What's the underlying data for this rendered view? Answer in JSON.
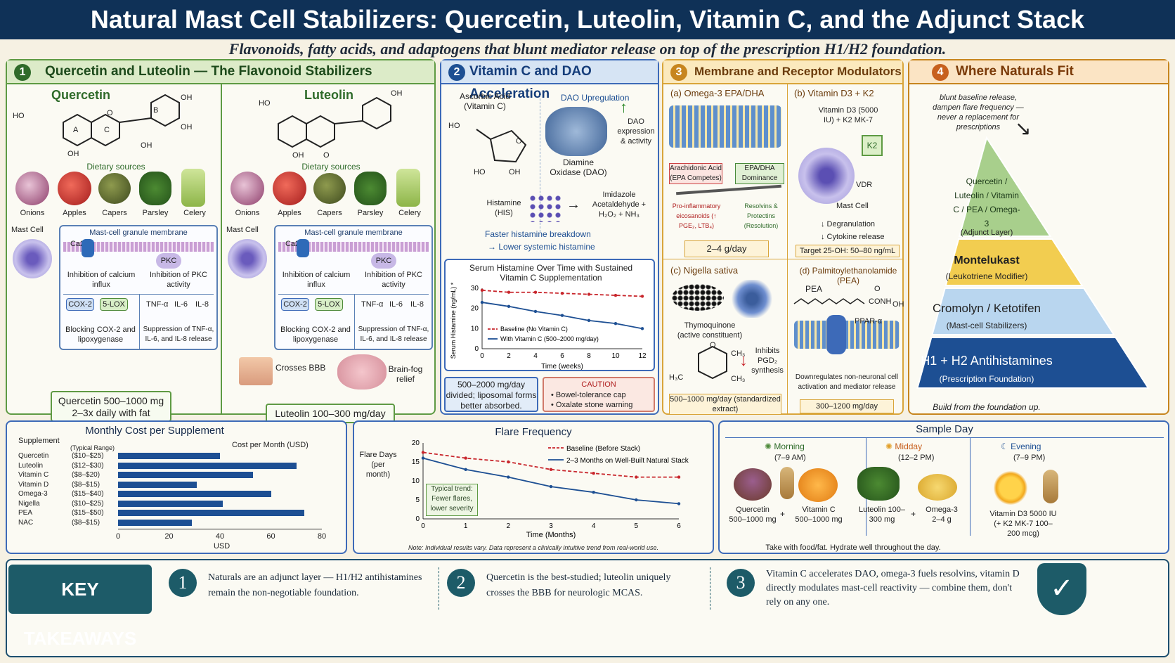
{
  "header": {
    "title": "Natural Mast Cell Stabilizers: Quercetin, Luteolin, Vitamin C, and the Adjunct Stack",
    "subtitle": "Flavonoids, fatty acids, and adaptogens that blunt mediator release on top of the prescription H1/H2 foundation."
  },
  "panel1": {
    "num": "1",
    "title": "Quercetin and Luteolin — The Flavonoid Stabilizers",
    "left": {
      "name": "Quercetin",
      "dietary": "Dietary sources",
      "foods": [
        "Onions",
        "Apples",
        "Capers",
        "Parsley",
        "Celery"
      ],
      "mast_cell": "Mast Cell",
      "membrane": "Mast-cell granule membrane",
      "ca": "Ca2+",
      "pkc": "PKC",
      "inhib_ca": "Inhibition of calcium influx",
      "inhib_pkc": "Inhibition of PKC activity",
      "cox": "COX-2",
      "lox": "5-LOX",
      "tnf": "TNF-α",
      "il6": "IL-6",
      "il8": "IL-8",
      "blocking": "Blocking COX-2 and lipoxygenase",
      "suppression": "Suppression of TNF-α, IL-6, and IL-8 release",
      "dose": "Quercetin 500–1000 mg 2–3x daily with fat",
      "mol": {
        "ho1": "HO",
        "oh1": "OH",
        "oh2": "OH",
        "oh3": "OH",
        "ho2": "OH",
        "a": "A",
        "b": "B",
        "c": "C",
        "o": "O"
      }
    },
    "right": {
      "name": "Luteolin",
      "dietary": "Dietary sources",
      "foods": [
        "Onions",
        "Apples",
        "Capers",
        "Parsley",
        "Celery"
      ],
      "mast_cell": "Mast Cell",
      "membrane": "Mast-cell granule membrane",
      "ca": "Ca2+",
      "pkc": "PKC",
      "inhib_ca": "Inhibition of calcium influx",
      "inhib_pkc": "Inhibition of PKC activity",
      "cox": "COX-2",
      "lox": "5-LOX",
      "tnf": "TNF-α",
      "il6": "IL-6",
      "il8": "IL-8",
      "blocking": "Blocking COX-2 and lipoxygenase",
      "suppression": "Suppression of TNF-α, IL-6, and IL-8 release",
      "crosses": "Crosses BBB",
      "brainfog": "Brain-fog relief",
      "dose": "Luteolin 100–300 mg/day",
      "mol": {
        "ho1": "HO",
        "oh1": "OH",
        "oh2": "OH",
        "o": "O"
      }
    }
  },
  "panel2": {
    "num": "2",
    "title": "Vitamin C and DAO Acceleration",
    "ascorbic": "Ascorbic Acid (Vitamin C)",
    "dao_up": "DAO Upregulation",
    "dao_expr": "DAO expression & activity",
    "dao": "Diamine Oxidase (DAO)",
    "histamine": "Histamine (HIS)",
    "products": "Imidazole Acetaldehyde + H₂O₂ + NH₃",
    "faster": "Faster histamine breakdown",
    "lower": "→ Lower systemic histamine",
    "mol": {
      "ho": "HO",
      "ho2": "HO",
      "oh": "OH",
      "o": "O"
    },
    "dose": "500–2000 mg/day divided; liposomal forms better absorbed.",
    "caution_title": "CAUTION",
    "caution": [
      "Bowel-tolerance cap",
      "Oxalate stone warning"
    ]
  },
  "panel3": {
    "num": "3",
    "title": "Membrane and Receptor Modulators",
    "a": {
      "title": "(a) Omega-3 EPA/DHA",
      "aa": "Arachidonic Acid (EPA Competes)",
      "epa": "EPA/DHA Dominance",
      "proinf": "Pro-inflammatory eicosanoids (↑ PGE₂, LTB₄)",
      "resolv": "Resolvins & Protectins (Resolution)",
      "dose": "2–4 g/day"
    },
    "b": {
      "title": "(b) Vitamin D3 + K2",
      "sub": "Vitamin D3 (5000 IU) + K2 MK-7",
      "k2": "K2",
      "vdr": "VDR",
      "mast": "Mast Cell",
      "degran": "↓ Degranulation",
      "cyto": "↓ Cytokine release",
      "target": "Target 25-OH: 50–80 ng/mL"
    },
    "c": {
      "title": "(c) Nigella sativa",
      "thymo": "Thymoquinone (active constituent)",
      "inhibits": "Inhibits PGD₂ synthesis",
      "dose": "500–1000 mg/day (standardized extract)",
      "mol": {
        "o": "O",
        "ch3a": "CH₃",
        "ch3b": "CH₃",
        "h3c": "H₃C"
      }
    },
    "d": {
      "title": "(d) Palmitoylethanolamide (PEA)",
      "pea": "PEA",
      "ppar": "PPAR-α",
      "down": "Downregulates non-neuronal cell activation and mediator release",
      "dose": "300–1200 mg/day",
      "mol": {
        "conh": "CONH",
        "oh": "OH",
        "o": "O"
      }
    }
  },
  "panel4": {
    "num": "4",
    "title": "Where Naturals Fit",
    "note": "blunt baseline release, dampen flare frequency — never a replacement for prescriptions",
    "tiers": [
      {
        "t": "Quercetin / Luteolin / Vitamin C / PEA / Omega-3",
        "s": "(Adjunct Layer)",
        "c": "#a8cf8c"
      },
      {
        "t": "Montelukast",
        "s": "(Leukotriene Modifier)",
        "c": "#f2cd50"
      },
      {
        "t": "Cromolyn / Ketotifen",
        "s": "(Mast-cell Stabilizers)",
        "c": "#b9d6ef"
      },
      {
        "t": "H1 + H2 Antihistamines",
        "s": "(Prescription Foundation)",
        "c": "#1d4f93"
      }
    ],
    "foot": "Build from the foundation up."
  },
  "chart_data": [
    {
      "type": "line",
      "title": "Serum Histamine Over Time with Sustained Vitamin C Supplementation",
      "xlabel": "Time (weeks)",
      "ylabel": "Serum Histamine (ng/mL) *",
      "ylim": [
        0,
        30
      ],
      "xticks": [
        0,
        2,
        4,
        6,
        8,
        10,
        12
      ],
      "yticks": [
        0,
        10,
        20,
        30
      ],
      "x": [
        0,
        2,
        4,
        6,
        8,
        10,
        12
      ],
      "series": [
        {
          "name": "Baseline (No Vitamin C)",
          "values": [
            29,
            28,
            28,
            27.5,
            27,
            26.5,
            26
          ],
          "color": "#c8262c"
        },
        {
          "name": "With Vitamin C (500–2000 mg/day)",
          "values": [
            23,
            21,
            18.5,
            16.5,
            14,
            12.5,
            10
          ],
          "color": "#1d4f93"
        }
      ]
    },
    {
      "type": "bar",
      "title": "Monthly Cost per Supplement",
      "col1": "Supplement",
      "col2": "(Typical Range)",
      "vlabel": "Cost per Month (USD)",
      "xlabel": "USD",
      "xlim": [
        0,
        80
      ],
      "xticks": [
        0,
        20,
        40,
        60,
        80
      ],
      "categories": [
        "Quercetin",
        "Luteolin",
        "Vitamin C",
        "Vitamin D",
        "Omega-3",
        "Nigella",
        "PEA",
        "NAC"
      ],
      "ranges": [
        "($10–$25)",
        "($12–$30)",
        "($8–$20)",
        "($8–$15)",
        "($15–$40)",
        "($10–$25)",
        "($15–$50)",
        "($8–$15)"
      ],
      "values": [
        40,
        70,
        53,
        31,
        60,
        41,
        73,
        29
      ]
    },
    {
      "type": "line",
      "title": "Flare Frequency",
      "ylabel": "Flare Days (per month)",
      "xlabel": "Time (Months)",
      "ylim": [
        0,
        20
      ],
      "xticks": [
        0,
        1,
        2,
        3,
        4,
        5,
        6
      ],
      "yticks": [
        0,
        5,
        10,
        15,
        20
      ],
      "x": [
        0,
        1,
        2,
        3,
        4,
        5,
        6
      ],
      "series": [
        {
          "name": "Baseline (Before Stack)",
          "values": [
            17.5,
            16,
            15,
            13,
            12,
            11,
            11
          ],
          "color": "#c8262c"
        },
        {
          "name": "2–3 Months on Well-Built Natural Stack",
          "values": [
            16,
            13,
            11,
            8.5,
            7,
            5,
            4
          ],
          "color": "#1d4f93"
        }
      ],
      "callout": "Typical trend: Fewer flares, lower severity",
      "note": "Note: Individual results vary. Data represent a clinically intuitive trend from real-world use."
    }
  ],
  "sample_day": {
    "title": "Sample Day",
    "morning": "Morning",
    "morning_t": "(7–9 AM)",
    "midday": "Midday",
    "midday_t": "(12–2 PM)",
    "evening": "Evening",
    "evening_t": "(7–9 PM)",
    "q": "Quercetin 500–1000 mg",
    "vc": "Vitamin C 500–1000 mg",
    "lu": "Luteolin 100–300 mg",
    "om": "Omega-3 2–4 g",
    "vd": "Vitamin D3 5000 IU (+ K2 MK-7 100–200 mcg)",
    "plus": "+",
    "foot": "Take with food/fat. Hydrate well throughout the day."
  },
  "takeaways": {
    "title": "KEY TAKEAWAYS",
    "items": [
      {
        "n": "1",
        "t": "Naturals are an adjunct layer — H1/H2 antihistamines remain the non-negotiable foundation."
      },
      {
        "n": "2",
        "t": "Quercetin is the best-studied; luteolin uniquely crosses the BBB for neurologic MCAS."
      },
      {
        "n": "3",
        "t": "Vitamin C accelerates DAO, omega-3 fuels resolvins, vitamin D directly modulates mast-cell reactivity — combine them, don't rely on any one."
      }
    ]
  }
}
